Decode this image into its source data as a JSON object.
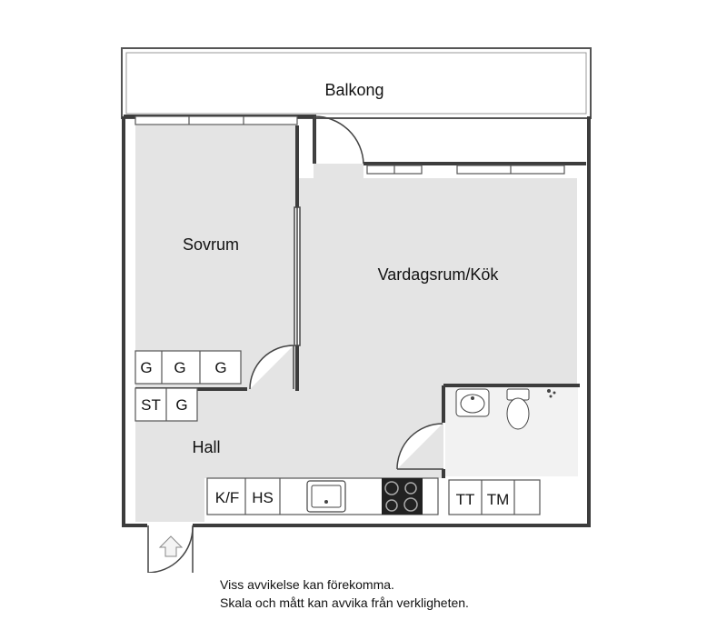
{
  "rooms": {
    "balcony": "Balkong",
    "bedroom": "Sovrum",
    "living_kitchen": "Vardagsrum/Kök",
    "hall": "Hall"
  },
  "fixtures": {
    "wardrobes": [
      "G",
      "G",
      "G"
    ],
    "hall_storage": [
      "ST",
      "G"
    ],
    "kitchen_units": [
      "K/F",
      "HS"
    ],
    "laundry_units": [
      "TT",
      "TM"
    ]
  },
  "disclaimer": {
    "line1": "Viss avvikelse kan förekomma.",
    "line2": "Skala och mått kan avvika från verkligheten."
  },
  "colors": {
    "floor": "#e4e4e4",
    "wall": "#4a4a4a",
    "background": "#ffffff"
  }
}
